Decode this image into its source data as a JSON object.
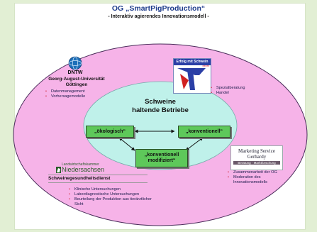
{
  "header": {
    "title": "OG „SmartPigProduction“",
    "subtitle": "- Interaktiv agierendes Innovationsmodell -"
  },
  "colors": {
    "background": "#e2efd4",
    "outer_ellipse": "#f6b3e8",
    "inner_ellipse": "#bff1ea",
    "boxes": "#5ec85a",
    "bullet": "#cc1f2a",
    "title": "#1f3d8c"
  },
  "partners": {
    "dntw": {
      "logo_text": "DNTW",
      "name_line1": "Georg-August-Universität",
      "name_line2": "Göttingen",
      "items": [
        "Datenmanagement",
        "Vorhersagemodelle"
      ]
    },
    "erfolg": {
      "logo_text": "Erfolg mit Schwein",
      "logo_stars": "*****",
      "items": [
        "Spezialberatung",
        "Handel"
      ]
    },
    "marketing": {
      "logo_line1": "Marketing Service",
      "logo_line2": "Gerhardy",
      "logo_line3": "Beratung · Marktforschung",
      "items": [
        "Zusammenarbeit der OG",
        "Moderation des Innovationsmodells"
      ]
    },
    "lwk": {
      "logo_line1": "Landwirtschaftskammer",
      "logo_line2": "Niedersachsen",
      "service_name": "Schweinegesundheitsdienst",
      "items": [
        "Klinische Untersuchungen",
        "Labordiagnostische Untersuchungen",
        "Beurteilung der Produktion aus tierärztlicher Sicht"
      ]
    }
  },
  "center": {
    "title_line1": "Schweine",
    "title_line2": "haltende Betriebe",
    "box_oekologisch": "„ökologisch“",
    "box_konventionell": "„konventionell“",
    "box_modifiziert_line1": "„konventionell",
    "box_modifiziert_line2": "modifiziert“"
  }
}
